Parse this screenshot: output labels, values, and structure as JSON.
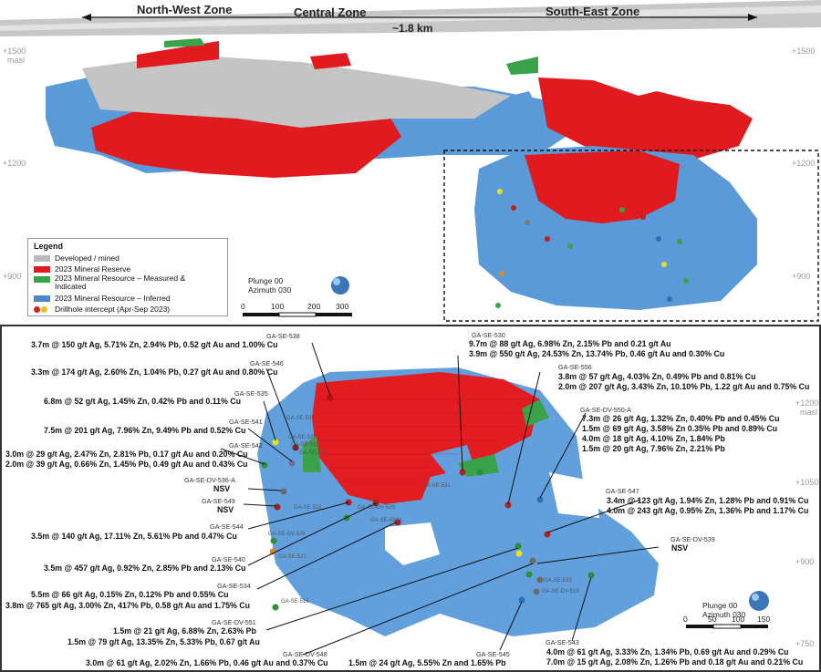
{
  "top": {
    "zones": {
      "nw": "North-West Zone",
      "central": "Central Zone",
      "se": "South-East Zone"
    },
    "distance": "~1.8 km",
    "elev_labels": {
      "e1500": "+1500",
      "masl": "masl",
      "e1200": "+1200",
      "e900": "+900"
    },
    "legend": {
      "title": "Legend",
      "items": [
        {
          "label": "Developed / mined",
          "color": "#b9b9b9"
        },
        {
          "label": "2023 Mineral Reserve",
          "color": "#e0191e"
        },
        {
          "label": "2023 Mineral Resource – Measured & Indicated",
          "color": "#3aa34a"
        },
        {
          "label": "2023 Mineral Resource – Inferred",
          "color": "#4d86c9"
        },
        {
          "label": "Drillhole intercept (Apr-Sep 2023)",
          "color": "#e0191e"
        }
      ]
    },
    "plunge": "Plunge 00",
    "azimuth": "Azimuth 030",
    "scale": [
      "0",
      "100",
      "200",
      "300"
    ]
  },
  "bottom": {
    "elev_labels": {
      "e1200": "+1200",
      "masl": "masl",
      "e1050": "+1050",
      "e900": "+900",
      "e750": "+750"
    },
    "plunge": "Plunge 00",
    "azimuth": "Azimuth 030",
    "scale": [
      "0",
      "50",
      "100",
      "150"
    ],
    "holes": {
      "se538": "GA-SE-538",
      "se546": "GA-SE-546",
      "se535": "GA-SE-535",
      "se541": "GA-SE-541",
      "se542": "GA-SE-542",
      "dv536a": "GA-SE-DV-536-A",
      "se549": "GA-SE-549",
      "se544": "GA-SE-544",
      "se540": "GA-SE-540",
      "se534": "GA-SE-534",
      "dv551": "GA-SE-DV-551",
      "dv548": "GA-SE-DV-548",
      "se545": "GA-SE-545",
      "se543": "GA-SE-543",
      "dv539": "GA-SE-DV-539",
      "se547": "GA-SE-547",
      "dv550a": "GA-SE-DV-550-A",
      "se556": "GA-SE-556",
      "se530": "GA-SE-530"
    },
    "intercepts": {
      "se538": "3.7m @ 150 g/t Ag, 5.71% Zn, 2.94% Pb, 0.52 g/t Au and 1.00% Cu",
      "se546": "3.3m @ 174 g/t Ag, 2.60% Zn, 1.04% Pb, 0.27 g/t Au and 0.80% Cu",
      "se535": "6.8m @ 52 g/t Ag, 1.45% Zn, 0.42% Pb and 0.11% Cu",
      "se541": "7.5m @ 201 g/t Ag, 7.96% Zn, 9.49% Pb and 0.52% Cu",
      "se542a": "3.0m @ 29 g/t Ag, 2.47% Zn, 2.81% Pb, 0.17 g/t Au and 0.20% Cu",
      "se542b": "2.0m @ 39 g/t Ag, 0.66% Zn, 1.45% Pb, 0.49 g/t Au and 0.43% Cu",
      "dv536a": "NSV",
      "se549": "NSV",
      "se544": "3.5m @ 140 g/t Ag, 17.11% Zn, 5.61% Pb and 0.47% Cu",
      "se540": "3.5m @ 457 g/t Ag, 0.92% Zn, 2.85% Pb and 2.13% Cu",
      "se534a": "5.5m @ 66 g/t Ag, 0.15% Zn, 0.12% Pb and 0.55% Cu",
      "se534b": "3.8m @ 765 g/t Ag, 3.00% Zn, 417% Pb, 0.58 g/t Au and 1.75% Cu",
      "dv551a": "1.5m @ 21 g/t Ag, 6.88% Zn, 2.63% Pb",
      "dv551b": "1.5m @ 79 g/t Ag, 13.35% Zn, 5.33% Pb, 0.67 g/t Au",
      "dv548": "3.0m @ 61 g/t Ag, 2.02% Zn, 1.66% Pb, 0.46 g/t Au and 0.37% Cu",
      "se545": "1.5m @ 24 g/t Ag, 5.55% Zn and 1.65% Pb",
      "se543a": "4.0m @ 61 g/t Ag, 3.33% Zn, 1.34% Pb, 0.69 g/t Au and 0.29% Cu",
      "se543b": "7.0m @ 15 g/t Ag, 2.08% Zn, 1.26% Pb and 0.18 g/t Au and 0.21% Cu",
      "dv539": "NSV",
      "se547a": "3.4m @ 123 g/t Ag, 1.94% Zn, 1.28% Pb and 0.91% Cu",
      "se547b": "4.0m @ 243 g/t Ag, 0.95% Zn, 1.36% Pb and 1.17% Cu",
      "dv550a1": "7.3m @ 26 g/t Ag, 1.32% Zn, 0.40% Pb and 0.45% Cu",
      "dv550a2": "1.5m @ 69 g/t Ag, 3.58% Zn 0.35% Pb and 0.89% Cu",
      "dv550a3": "4.0m @ 18 g/t Ag, 4.10% Zn, 1.84% Pb",
      "dv550a4": "1.5m @ 20 g/t Ag, 7.96% Zn, 2.21% Pb",
      "se556a": "3.8m @ 57 g/t Ag, 4.03% Zn, 0.49% Pb and 0.81% Cu",
      "se556b": "2.0m @ 207 g/t Ag, 3.43% Zn, 10.10% Pb, 1.22 g/t Au and 0.75% Cu",
      "se530a": "9.7m @ 88 g/t Ag, 6.98% Zn, 2.15% Pb and 0.21 g/t Au",
      "se530b": "3.9m @ 550 g/t Ag, 24.53% Zn, 13.74% Pb, 0.46 g/t Au and 0.30% Cu"
    },
    "small_labels": {
      "s537": "GA-SE-537",
      "s520": "GA-SE-520",
      "s518": "GA-SE-518",
      "s524": "GA-SE-524",
      "s532": "GA-SE-532",
      "s528": "GA-SE-DV-528",
      "s521": "GA-SE-521",
      "s516": "GA-SE-516",
      "s531": "GA-SE-531",
      "s525": "GA-SE-DV-525",
      "s490a": "GA-SE-490A",
      "s533": "GA-SE-533",
      "s519": "GA-SE-DV-519"
    }
  }
}
